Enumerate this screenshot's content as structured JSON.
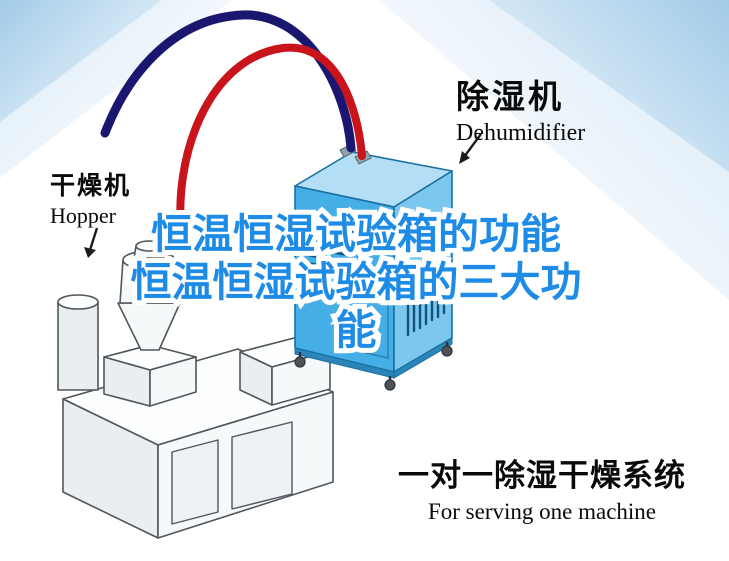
{
  "labels": {
    "dehumidifier_zh": "除湿机",
    "dehumidifier_en": "Dehumidifier",
    "hopper_zh": "干燥机",
    "hopper_en": "Hopper",
    "caption_zh": "一对一除湿干燥系统",
    "caption_en": "For serving one machine"
  },
  "overlay": {
    "line1": "恒温恒湿试验箱的功能",
    "line2": "恒温恒湿试验箱的三大功",
    "line3": "能"
  },
  "colors": {
    "overlay_text": "#1e8ce6",
    "overlay_outline": "#ffffff",
    "pipe_red": "#c8141a",
    "pipe_navy": "#1b1670",
    "machine_front": "#45aee6",
    "machine_side": "#7cc7ed",
    "machine_top": "#b3def5",
    "machine_edge": "#1a6fa0",
    "corner_blue": "#a3cbe8"
  },
  "icons": {
    "dehumidifier_arrow": "arrow-down-left",
    "hopper_arrow": "arrow-down"
  }
}
